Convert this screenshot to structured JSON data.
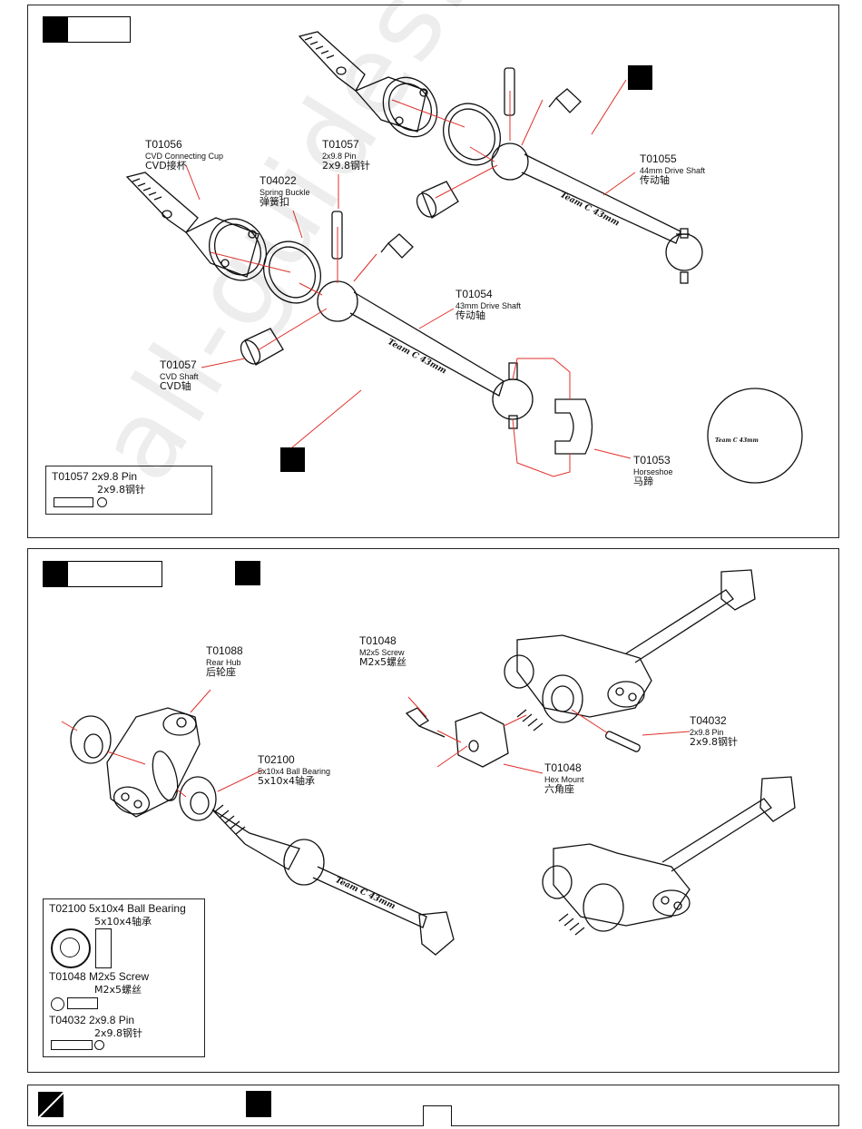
{
  "watermark": "all-guides.com",
  "colors": {
    "leader": "#e0302a",
    "ink": "#111111"
  },
  "panel1": {
    "labels": {
      "t01056": {
        "code": "T01056",
        "en": "CVD Connecting Cup",
        "cn": "CVD接杯"
      },
      "t01057_pin": {
        "code": "T01057",
        "en": "2x9.8 Pin",
        "cn": "2x9.8钢针"
      },
      "t04022": {
        "code": "T04022",
        "en": "Spring Buckle",
        "cn": "弹簧扣"
      },
      "t01055": {
        "code": "T01055",
        "en": "44mm Drive Shaft",
        "cn": "传动轴"
      },
      "t01054": {
        "code": "T01054",
        "en": "43mm Drive Shaft",
        "cn": "传动轴"
      },
      "t01057_shaft": {
        "code": "T01057",
        "en": "CVD Shaft",
        "cn": "CVD轴"
      },
      "t01053": {
        "code": "T01053",
        "en": "Horseshoe",
        "cn": "马蹄"
      }
    },
    "parts_box": {
      "line1": "T01057 2x9.8 Pin",
      "line2": "2x9.8钢针"
    },
    "shaft_text": "Team C 43mm",
    "zoom_text": "Team C 43mm"
  },
  "panel2": {
    "labels": {
      "t01088": {
        "code": "T01088",
        "en": "Rear Hub",
        "cn": "后轮座"
      },
      "t01048_screw": {
        "code": "T01048",
        "en": "M2x5 Screw",
        "cn": "M2x5螺丝"
      },
      "t04032": {
        "code": "T04032",
        "en": "2x9.8 Pin",
        "cn": "2x9.8钢针"
      },
      "t02100": {
        "code": "T02100",
        "en": "5x10x4 Ball Bearing",
        "cn": "5x10x4轴承"
      },
      "t01048_hex": {
        "code": "T01048",
        "en": "Hex Mount",
        "cn": "六角座"
      }
    },
    "parts_box": {
      "bearing": {
        "line1": "T02100 5x10x4 Ball Bearing",
        "line2": "5x10x4轴承"
      },
      "screw": {
        "line1": "T01048 M2x5 Screw",
        "line2": "M2x5螺丝"
      },
      "pin": {
        "line1": "T04032 2x9.8 Pin",
        "line2": "2x9.8钢针"
      }
    },
    "shaft_text": "Team C 43mm"
  }
}
